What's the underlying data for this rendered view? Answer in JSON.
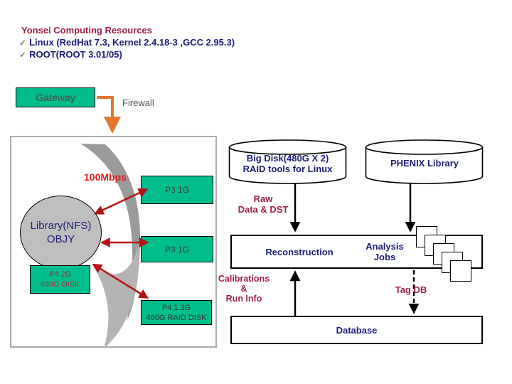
{
  "slide": {
    "title": "Yonsei Computing Resources",
    "bullet1_check": "✓",
    "bullet1_text": "Linux (RedHat 7.3, Kernel 2.4.18-3 ,GCC 2.95.3)",
    "bullet2_check": "✓",
    "bullet2_text": "ROOT(ROOT 3.01/05)"
  },
  "network": {
    "gateway": "Gateway",
    "firewall": "Firewall",
    "bandwidth": "100Mbps"
  },
  "cluster": {
    "library_line1": "Library(NFS)",
    "library_line2": "OBJY",
    "node_p3_top": "P3 1G",
    "node_p3_bottom": "P3 1G",
    "node_p4_line1": "P4 2G",
    "node_p4_line2": "480G DISK",
    "node_p4raid_line1": "P4 1.3G",
    "node_p4raid_line2": "480G RAID DISK"
  },
  "storage": {
    "bigdisk_line1": "Big Disk(480G X 2)",
    "bigdisk_line2": "RAID tools for Linux",
    "phenix": "PHENIX Library"
  },
  "flow": {
    "raw_line1": "Raw",
    "raw_line2": "Data & DST",
    "reconstruction": "Reconstruction",
    "analysis_line1": "Analysis",
    "analysis_line2": "Jobs",
    "calib_line1": "Calibrations",
    "calib_line2": "&",
    "calib_line3": "Run Info",
    "tagdb": "Tag DB",
    "database": "Database"
  },
  "colors": {
    "accent_green": "#00BE8C",
    "maroon_text": "#9B2143",
    "navy_text": "#1C1C78",
    "red_arrow": "#B51114",
    "bright_red": "#E21B1B",
    "orange_arrow": "#E0762F",
    "swoosh_dark": "#9A9A9A",
    "swoosh_light": "#B4B4B4",
    "circle_gray": "#BFBFBF"
  }
}
